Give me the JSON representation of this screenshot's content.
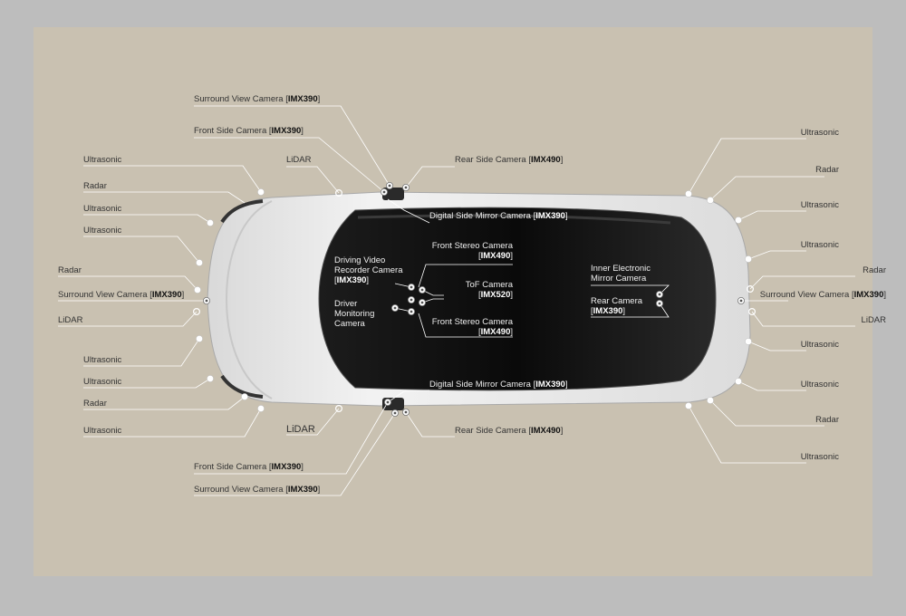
{
  "colors": {
    "background": "#c9c1b1",
    "frame": "#bdbdbd",
    "leader_line": "#ffffff",
    "glass": "#111111",
    "car_body": "#e4e4e4"
  },
  "labels": {
    "surround_view_top": {
      "name": "Surround View Camera ",
      "model": "IMX390"
    },
    "front_side_top": {
      "name": "Front Side Camera ",
      "model": "IMX390"
    },
    "lidar_top": {
      "name": "LiDAR",
      "model": ""
    },
    "rear_side_top": {
      "name": "Rear Side Camera ",
      "model": "IMX490"
    },
    "ultrasonic_left_1": {
      "name": "Ultrasonic",
      "model": ""
    },
    "radar_left_1": {
      "name": "Radar",
      "model": ""
    },
    "ultrasonic_left_2": {
      "name": "Ultrasonic",
      "model": ""
    },
    "ultrasonic_left_3": {
      "name": "Ultrasonic",
      "model": ""
    },
    "radar_left_2": {
      "name": "Radar",
      "model": ""
    },
    "surround_view_left": {
      "name": "Surround View Camera ",
      "model": "IMX390"
    },
    "lidar_left": {
      "name": "LiDAR",
      "model": ""
    },
    "ultrasonic_left_4": {
      "name": "Ultrasonic",
      "model": ""
    },
    "ultrasonic_left_5": {
      "name": "Ultrasonic",
      "model": ""
    },
    "radar_left_3": {
      "name": "Radar",
      "model": ""
    },
    "ultrasonic_left_6": {
      "name": "Ultrasonic",
      "model": ""
    },
    "lidar_bottom": {
      "name": "LiDAR",
      "model": ""
    },
    "rear_side_bottom": {
      "name": "Rear Side Camera ",
      "model": "IMX490"
    },
    "front_side_bottom": {
      "name": "Front Side Camera ",
      "model": "IMX390"
    },
    "surround_view_bottom": {
      "name": "Surround View Camera ",
      "model": "IMX390"
    },
    "digital_mirror_top": {
      "name": "Digital Side Mirror Camera ",
      "model": "IMX390"
    },
    "digital_mirror_bottom": {
      "name": "Digital Side Mirror Camera ",
      "model": "IMX390"
    },
    "front_stereo_top": {
      "name": "Front Stereo Camera",
      "model": "IMX490"
    },
    "driving_recorder": {
      "name_line1": "Driving Video",
      "name_line2": "Recorder Camera",
      "model": "IMX390"
    },
    "tof_camera": {
      "name": "ToF Camera",
      "model": "IMX520"
    },
    "driver_monitoring": {
      "line1": "Driver",
      "line2": "Monitoring",
      "line3": "Camera"
    },
    "front_stereo_bottom": {
      "name": "Front Stereo Camera",
      "model": "IMX490"
    },
    "inner_mirror": {
      "line1": "Inner Electronic",
      "line2": "Mirror Camera"
    },
    "rear_camera": {
      "name": "Rear Camera",
      "model": "IMX390"
    },
    "ultrasonic_right_1": {
      "name": "Ultrasonic",
      "model": ""
    },
    "radar_right_1": {
      "name": "Radar",
      "model": ""
    },
    "ultrasonic_right_2": {
      "name": "Ultrasonic",
      "model": ""
    },
    "ultrasonic_right_3": {
      "name": "Ultrasonic",
      "model": ""
    },
    "radar_right_2": {
      "name": "Radar",
      "model": ""
    },
    "surround_view_right": {
      "name": "Surround View Camera ",
      "model": "IMX390"
    },
    "lidar_right": {
      "name": "LiDAR",
      "model": ""
    },
    "ultrasonic_right_4": {
      "name": "Ultrasonic",
      "model": ""
    },
    "ultrasonic_right_5": {
      "name": "Ultrasonic",
      "model": ""
    },
    "radar_right_3": {
      "name": "Radar",
      "model": ""
    },
    "ultrasonic_right_6": {
      "name": "Ultrasonic",
      "model": ""
    }
  }
}
